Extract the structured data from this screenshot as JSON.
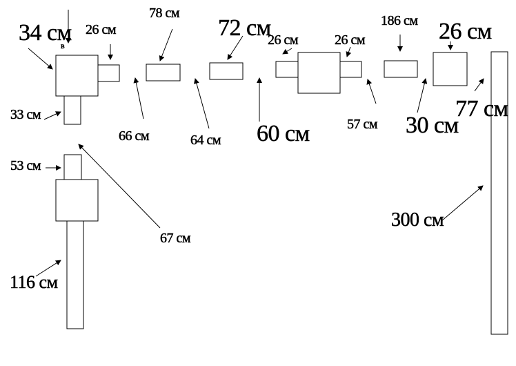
{
  "labels": {
    "l34": "34 см",
    "l26a": "26 см",
    "l78": "78 см",
    "l72": "72 см",
    "l26b": "26 см",
    "l26c": "26 см",
    "l186": "186 см",
    "l26d": "26 см",
    "l33": "33 см",
    "l66": "66 см",
    "l64": "64 см",
    "l60": "60 см",
    "l57": "57 см",
    "l30": "30 см",
    "l77": "77 см",
    "l53": "53 см",
    "l67": "67 см",
    "l300": "300 см",
    "l116": "116 см"
  }
}
